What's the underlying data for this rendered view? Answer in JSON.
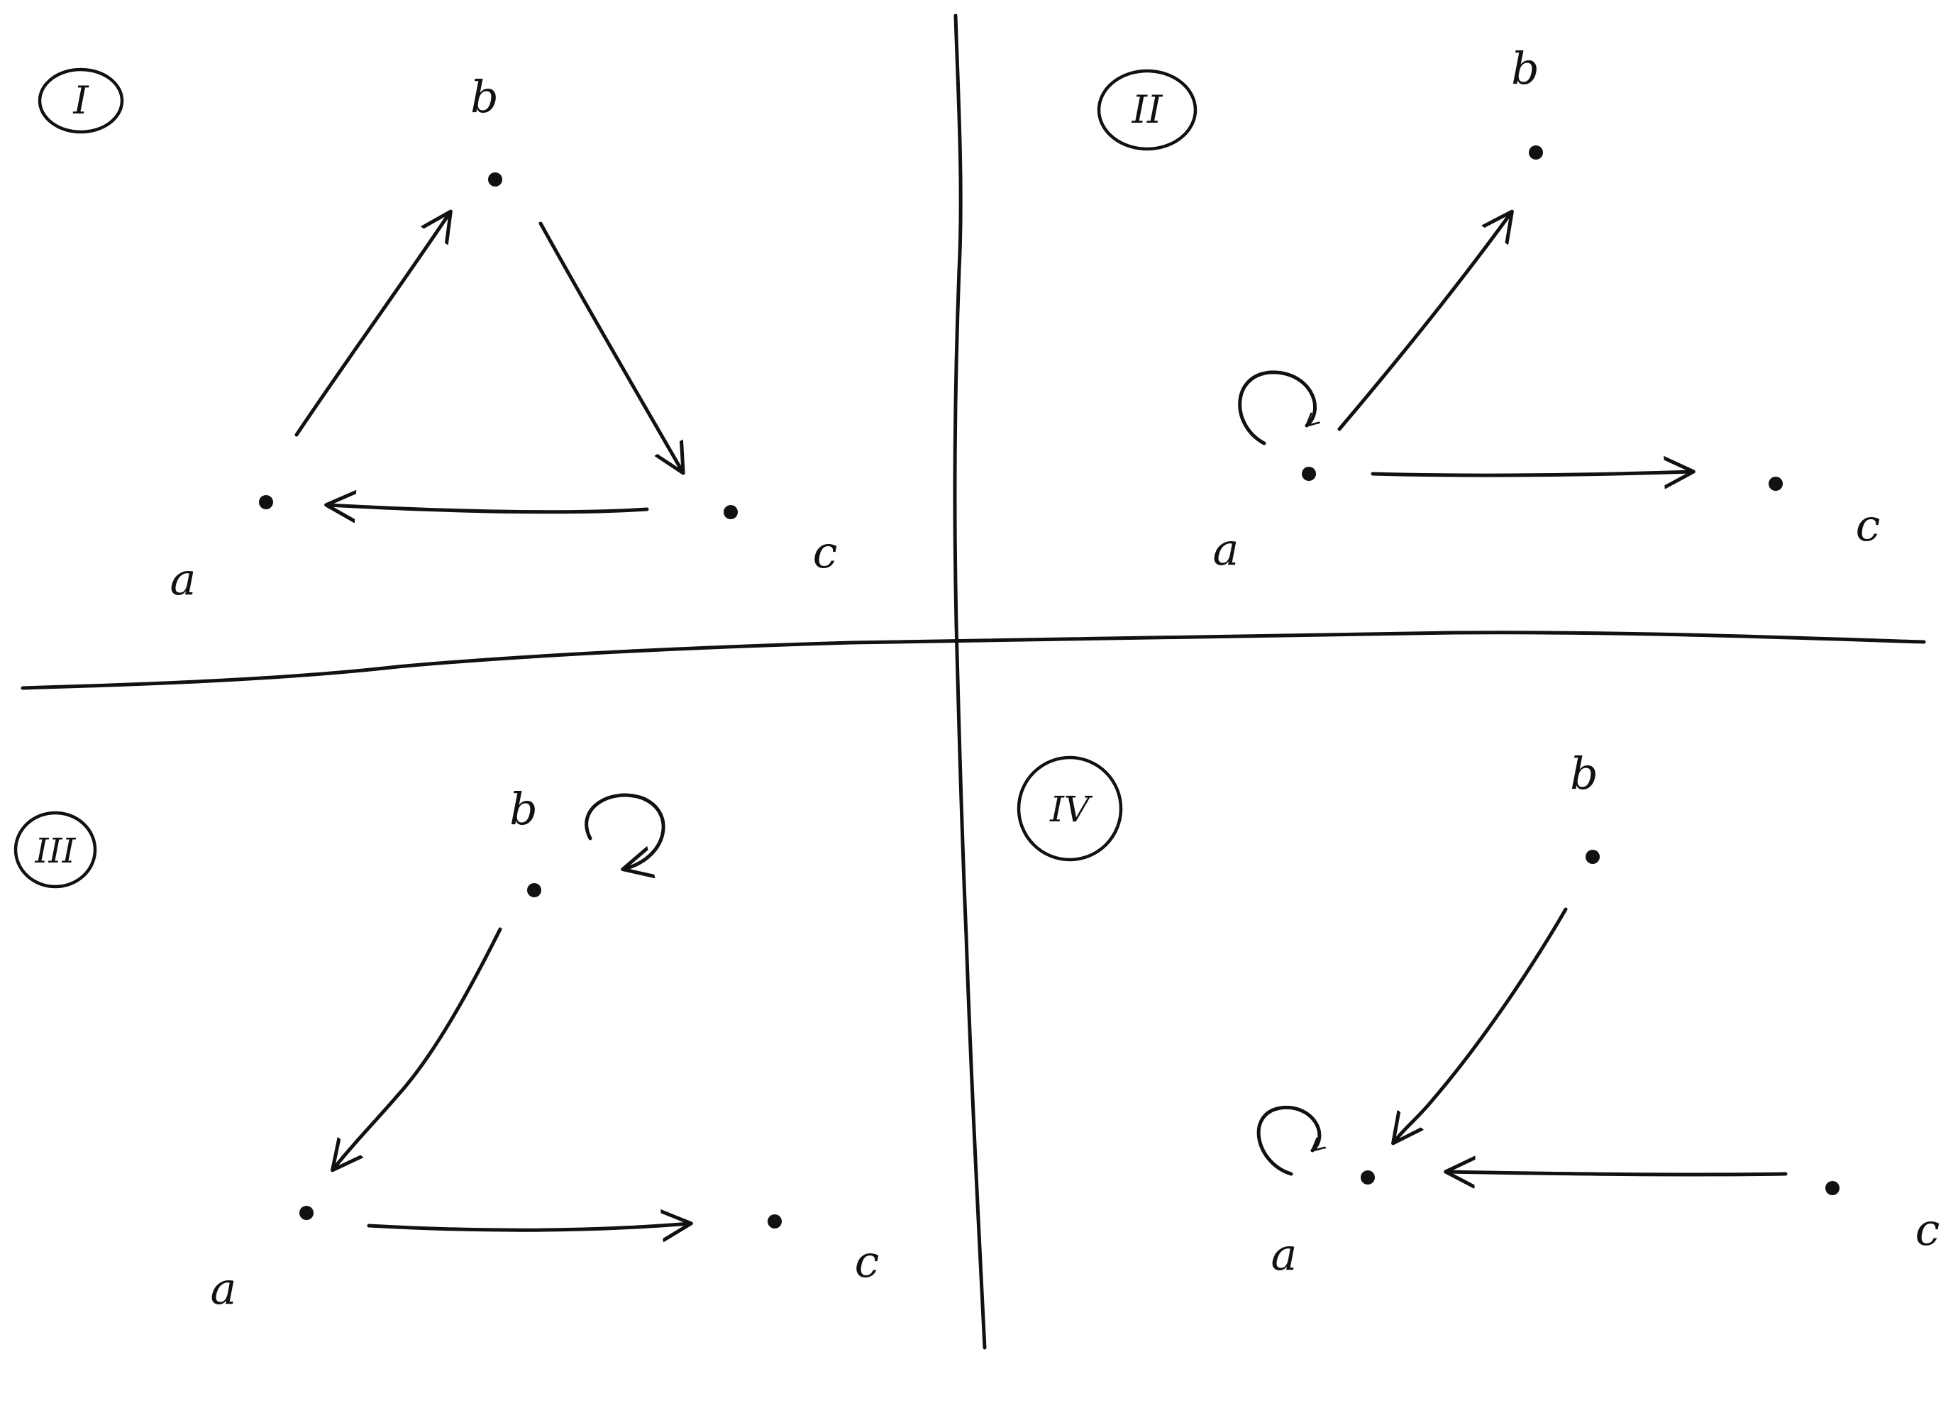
{
  "colors": {
    "ink": "#111111",
    "paper": "#ffffff"
  },
  "panels": [
    {
      "numeral": "I",
      "nodes": {
        "a": "a",
        "b": "b",
        "c": "c"
      }
    },
    {
      "numeral": "II",
      "nodes": {
        "a": "a",
        "b": "b",
        "c": "c"
      }
    },
    {
      "numeral": "III",
      "nodes": {
        "a": "a",
        "b": "b",
        "c": "c"
      }
    },
    {
      "numeral": "IV",
      "nodes": {
        "a": "a",
        "b": "b",
        "c": "c"
      }
    }
  ]
}
